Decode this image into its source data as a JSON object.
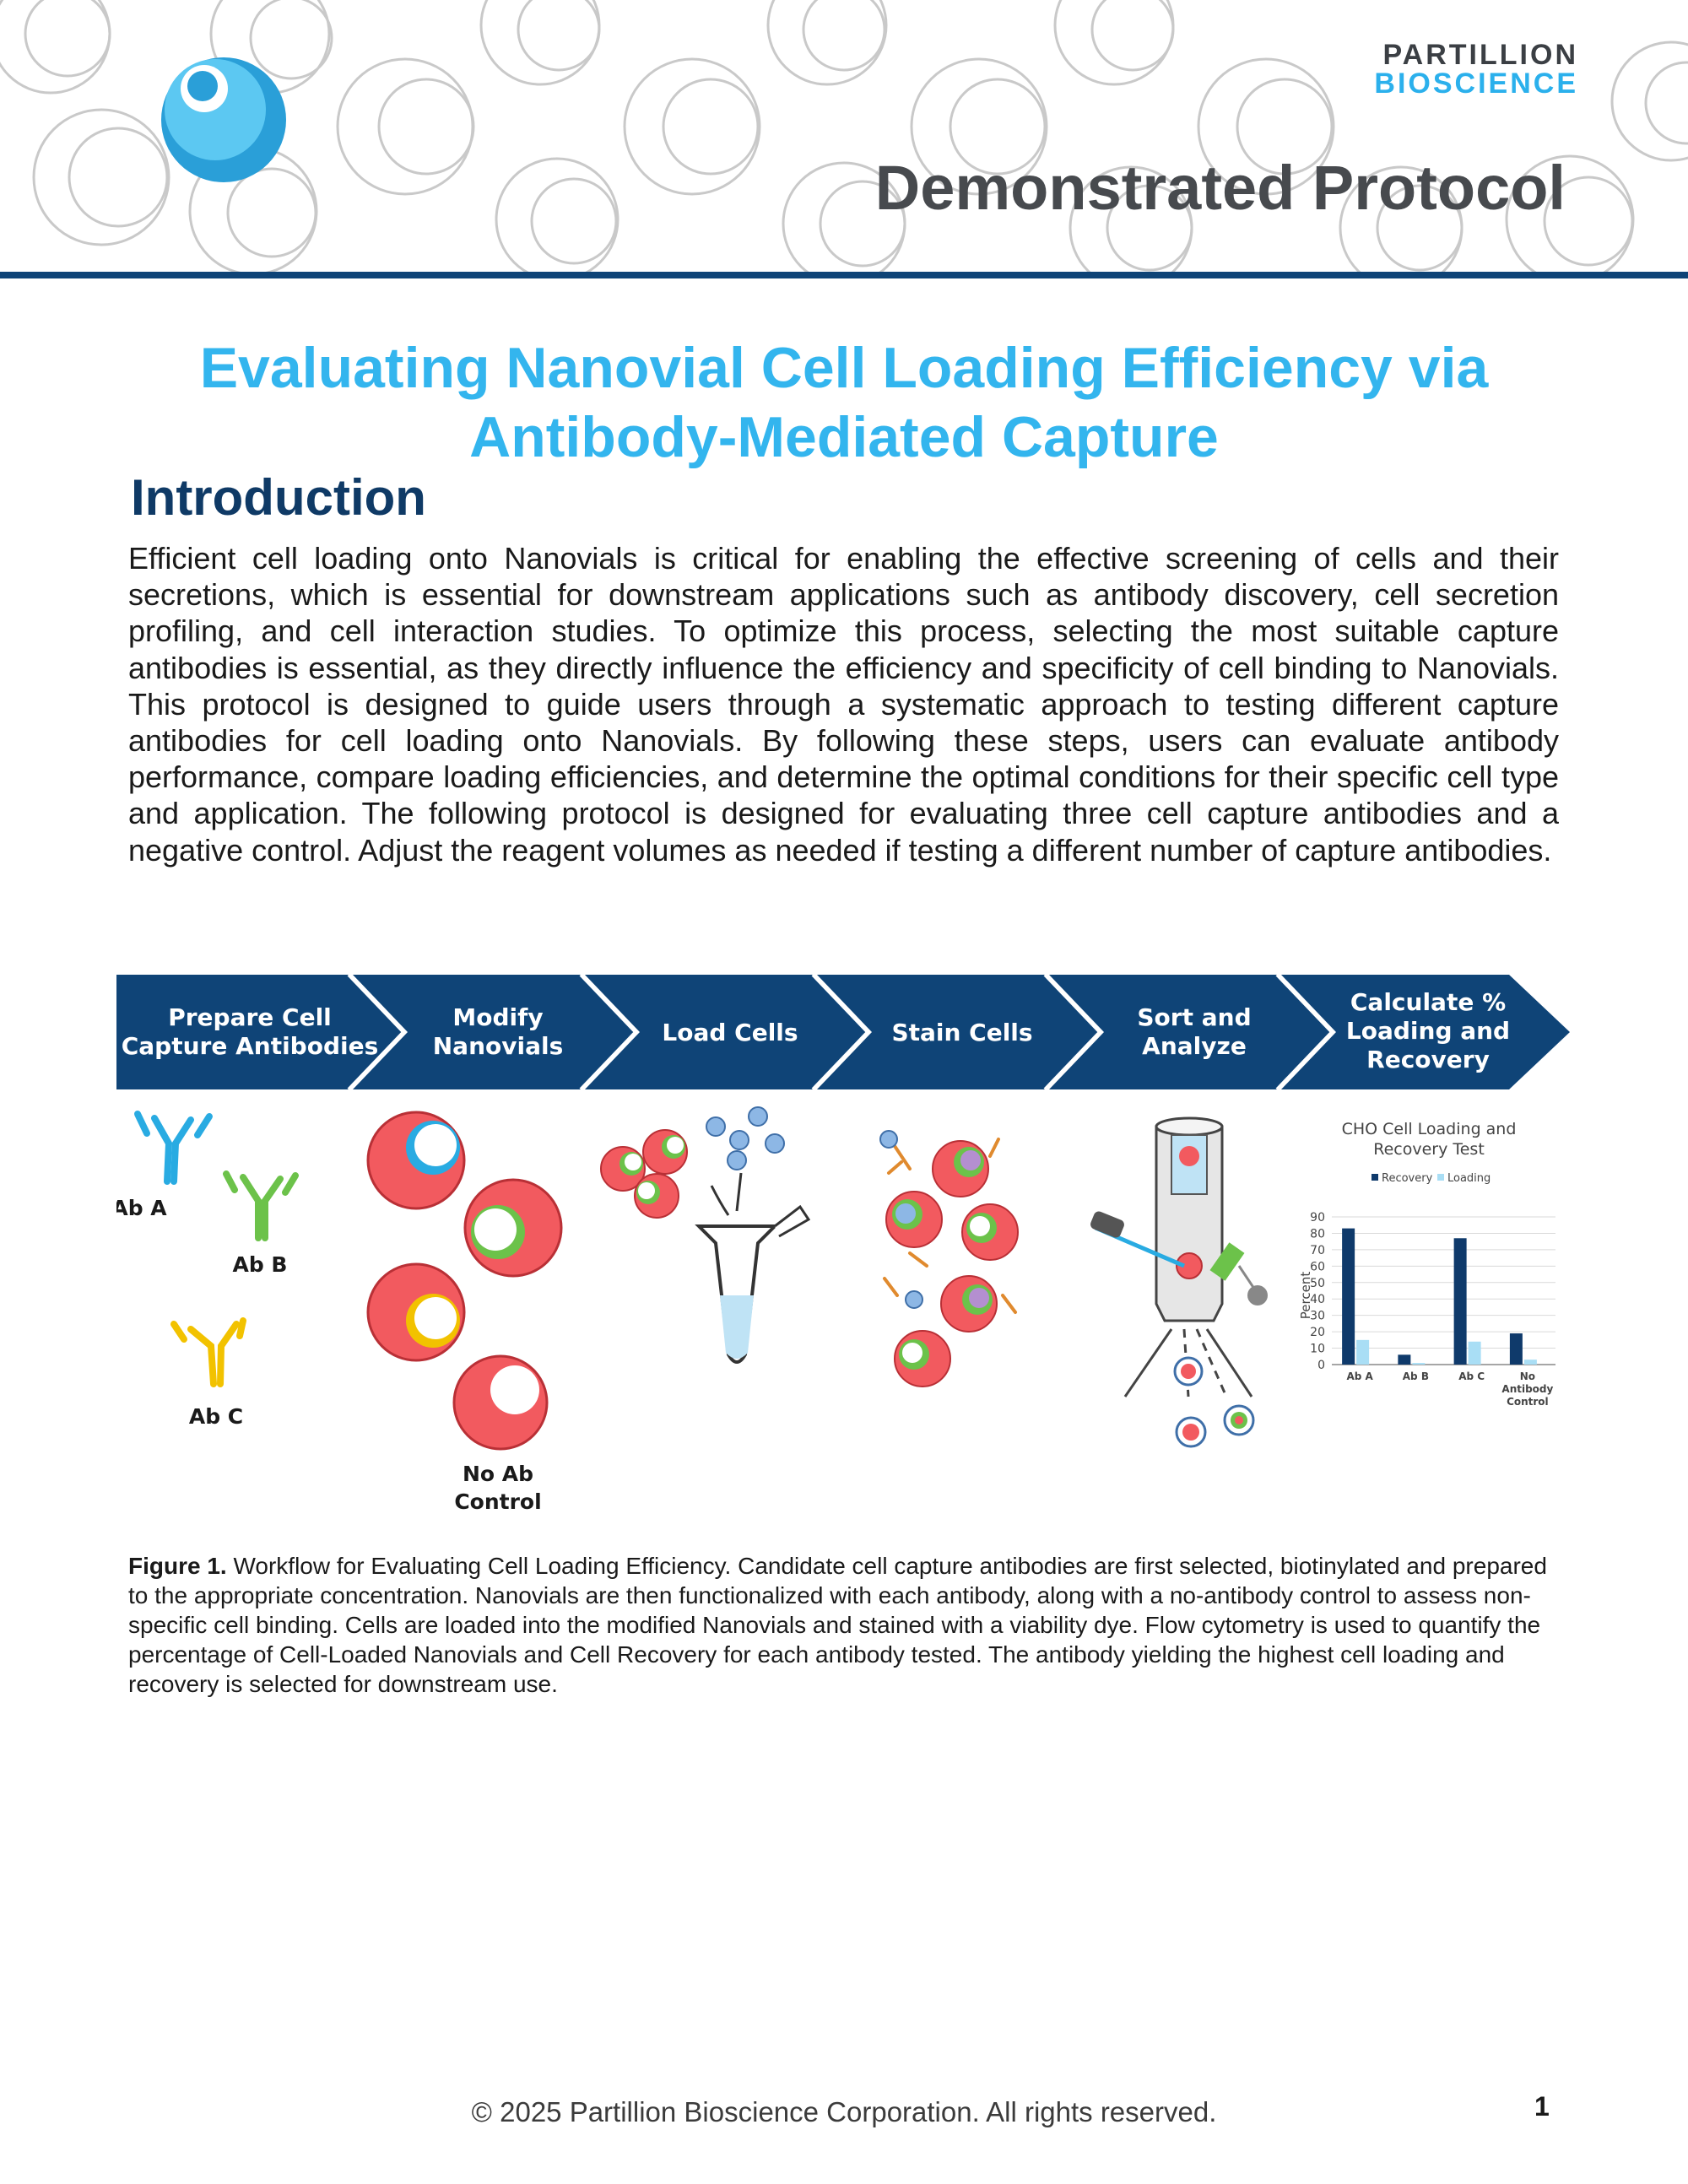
{
  "header": {
    "brand_line1": "PARTILLION",
    "brand_line2": "BIOSCIENCE",
    "doc_kind": "Demonstrated Protocol",
    "colors": {
      "navy": "#0f4477",
      "sky": "#33b5ee",
      "gray": "#474a4e"
    }
  },
  "title": {
    "line1": "Evaluating Nanovial Cell Loading Efficiency via",
    "line2": "Antibody-Mediated Capture"
  },
  "intro": {
    "heading": "Introduction",
    "body": "Efficient cell loading onto Nanovials is critical for enabling the effective screening of cells and their secretions, which is essential for downstream applications such as antibody discovery, cell secretion profiling, and cell interaction studies. To optimize this process, selecting the most suitable capture antibodies is essential, as they directly influence the efficiency and specificity of cell binding to Nanovials. This protocol is designed to guide users through a systematic approach to testing different capture antibodies for cell loading onto Nanovials. By following these steps, users can evaluate antibody performance, compare loading efficiencies, and determine the optimal conditions for their specific cell type and application. The following protocol is designed for evaluating three cell capture antibodies and a negative control. Adjust the reagent volumes as needed if testing a different number of capture antibodies."
  },
  "workflow": {
    "steps": [
      {
        "line1": "Prepare Cell",
        "line2": "Capture Antibodies",
        "line3": ""
      },
      {
        "line1": "Modify",
        "line2": "Nanovials",
        "line3": ""
      },
      {
        "line1": "Load Cells",
        "line2": "",
        "line3": ""
      },
      {
        "line1": "Stain Cells",
        "line2": "",
        "line3": ""
      },
      {
        "line1": "Sort and",
        "line2": "Analyze",
        "line3": ""
      },
      {
        "line1": "Calculate %",
        "line2": "Loading and",
        "line3": "Recovery"
      }
    ],
    "antibodies": [
      {
        "label": "Ab A",
        "color": "#29abe2"
      },
      {
        "label": "Ab B",
        "color": "#6cc24a"
      },
      {
        "label": "Ab C",
        "color": "#f2c200"
      }
    ],
    "no_ab_line1": "No Ab",
    "no_ab_line2": "Control"
  },
  "chart_data": {
    "type": "bar",
    "title_line1": "CHO Cell Loading and",
    "title_line2": "Recovery Test",
    "ylabel": "Percent",
    "xlabel": "",
    "ylim": [
      0,
      90
    ],
    "yticks": [
      "0",
      "10",
      "20",
      "30",
      "40",
      "50",
      "60",
      "70",
      "80",
      "90"
    ],
    "categories": [
      "Ab A",
      "Ab B",
      "Ab C",
      "No Antibody Control"
    ],
    "category_lines": [
      [
        "Ab A"
      ],
      [
        "Ab B"
      ],
      [
        "Ab C"
      ],
      [
        "No",
        "Antibody",
        "Control"
      ]
    ],
    "series": [
      {
        "name": "Recovery",
        "color": "#0f3a6b",
        "values": [
          83,
          6,
          77,
          19
        ]
      },
      {
        "name": "Loading",
        "color": "#a9def5",
        "values": [
          15,
          1,
          14,
          3
        ]
      }
    ],
    "legend": "top",
    "grid": true
  },
  "caption": {
    "label": "Figure 1.",
    "text": " Workflow for Evaluating Cell Loading Efficiency. Candidate cell capture antibodies are first selected, biotinylated and prepared to the appropriate concentration. Nanovials are then functionalized with each antibody, along with a no-antibody control to assess non-specific cell binding. Cells are loaded into the modified Nanovials and stained with a viability dye. Flow cytometry is used to quantify the percentage of Cell-Loaded Nanovials and Cell Recovery for each antibody tested. The antibody yielding the highest cell loading and recovery is selected for downstream use."
  },
  "footer": {
    "copyright": "© 2025 Partillion Bioscience Corporation. All rights reserved.",
    "page": "1"
  }
}
